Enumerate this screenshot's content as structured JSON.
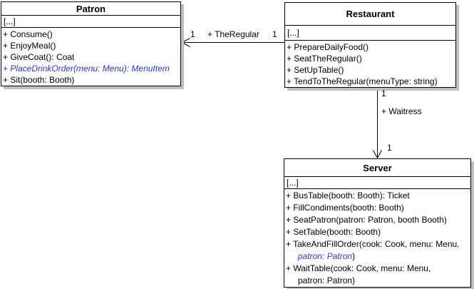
{
  "diagram": {
    "type": "uml-class-diagram",
    "colors": {
      "emphasis_blue": "#3333cc",
      "line_black": "#000000",
      "shadow_gray": "#c0c0c0",
      "box_fill": "#ffffff"
    },
    "classes": {
      "patron": {
        "title": "Patron",
        "attributes_collapsed": "[...]",
        "method_lines": [
          {
            "main": "+ Consume()"
          },
          {
            "main": "+ EnjoyMeal()"
          },
          {
            "main": "+ GiveCoat(): Coat"
          },
          {
            "em_main": "+ PlaceDrinkOrder(menu: Menu): MenuItem"
          },
          {
            "main": "+ Sit(booth: Booth)"
          }
        ]
      },
      "restaurant": {
        "title": "Restaurant",
        "attributes_collapsed": "[...]",
        "method_lines": [
          {
            "main": "+ PrepareDailyFood()"
          },
          {
            "main": "+ SeatTheRegular()"
          },
          {
            "main": "+ SetUpTable()"
          },
          {
            "main": "+ TendToTheRegular(menuType: string)"
          }
        ]
      },
      "server": {
        "title": "Server",
        "attributes_collapsed": "[...]",
        "method_lines": [
          {
            "main": "+ BusTable(booth: Booth): Ticket"
          },
          {
            "main": "+ FillCondiments(booth: Booth)"
          },
          {
            "main": "+ SeatPatron(patron: Patron, booth Booth)"
          },
          {
            "main": "+ SetTable(booth: Booth)"
          },
          {
            "main": "+ TakeAndFillOrder(cook: Cook, menu: Menu",
            "em_suffix": ","
          },
          {
            "em_main": "patron: Patron",
            "suffix": ")"
          },
          {
            "main": "+ WaitTable(cook: Cook, menu: Menu,"
          },
          {
            "main": "patron: Patron)"
          }
        ]
      }
    },
    "associations": {
      "the_regular": {
        "label": "+ TheRegular",
        "patron_end_multiplicity": "1",
        "restaurant_end_multiplicity": "1"
      },
      "waitress": {
        "label": "+ Waitress",
        "restaurant_end_multiplicity": "1",
        "server_end_multiplicity": "1"
      }
    }
  }
}
